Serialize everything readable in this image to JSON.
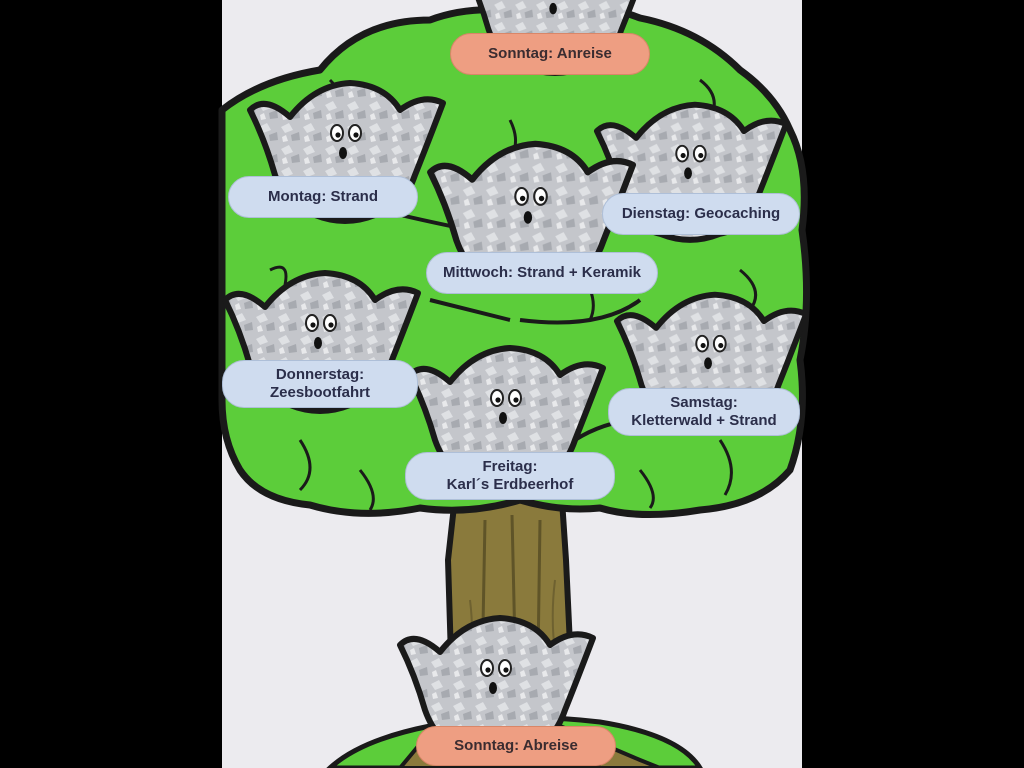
{
  "schedule": {
    "sunday_arrival": "Sonntag: Anreise",
    "monday": "Montag: Strand",
    "tuesday": "Dienstag: Geocaching",
    "wednesday": "Mittwoch: Strand + Keramik",
    "thursday_line1": "Donnerstag:",
    "thursday_line2": "Zeesbootfahrt",
    "saturday_line1": "Samstag:",
    "saturday_line2": "Kletterwald + Strand",
    "friday_line1": "Freitag:",
    "friday_line2": "Karl´s Erdbeerhof",
    "sunday_departure": "Sonntag: Abreise"
  },
  "colors": {
    "background": "#000000",
    "poster": "#ecebef",
    "foliage": "#5ccd3a",
    "trunk": "#8a7a3c",
    "ghost": "#c6c8cc",
    "label_blue": "#cfdcef",
    "label_orange": "#ee9e82"
  }
}
